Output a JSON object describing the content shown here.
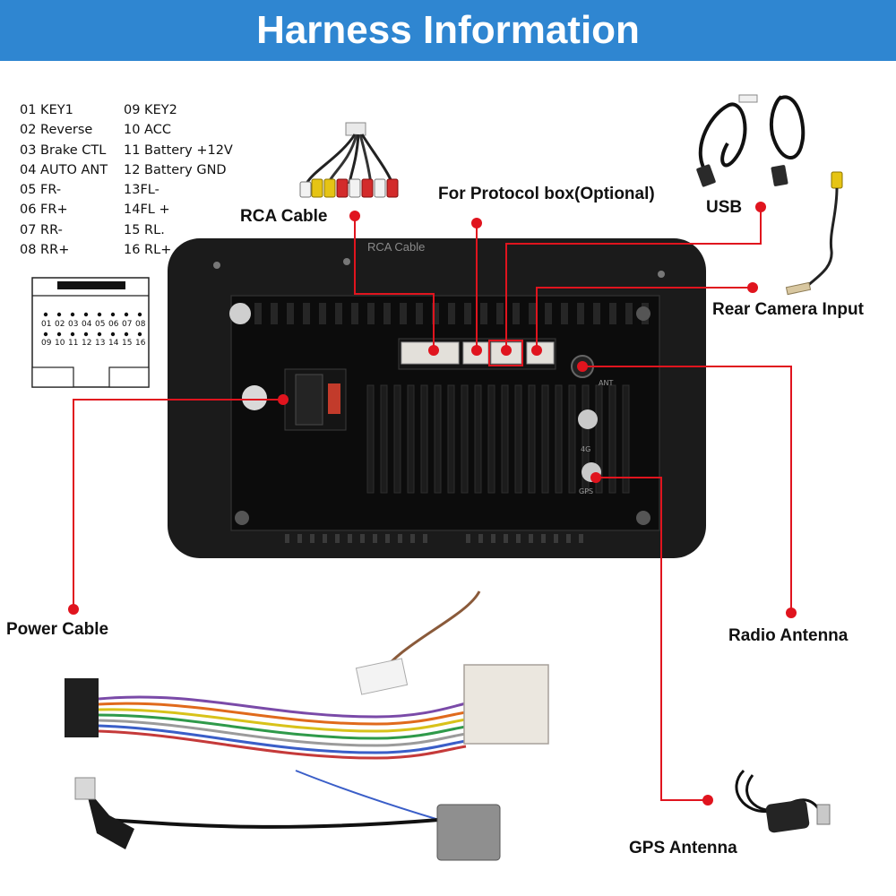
{
  "header": {
    "title": "Harness Information"
  },
  "pinout": {
    "left": [
      "01 KEY1",
      "02 Reverse",
      "03 Brake CTL",
      "04 AUTO ANT",
      "05 FR-",
      "06 FR+",
      "07 RR-",
      "08 RR+"
    ],
    "right": [
      "09 KEY2",
      "10 ACC",
      "11 Battery +12V",
      "12 Battery GND",
      "13FL-",
      "14FL +",
      "15 RL.",
      "16 RL+"
    ]
  },
  "connector": {
    "top_row": [
      "01",
      "02",
      "03",
      "04",
      "05",
      "06",
      "07",
      "08"
    ],
    "bottom_row": [
      "09",
      "10",
      "11",
      "12",
      "13",
      "14",
      "15",
      "16"
    ]
  },
  "labels": {
    "rca_cable": "RCA Cable",
    "rca_cable_print": "RCA Cable",
    "protocol_box": "For Protocol box(Optional)",
    "usb": "USB",
    "rear_camera": "Rear Camera Input",
    "power_cable": "Power Cable",
    "radio_antenna": "Radio Antenna",
    "gps_antenna": "GPS  Antenna",
    "ant_port": "ANT",
    "port_4g": "4G",
    "port_gps": "GPS"
  },
  "colors": {
    "banner": "#2f86d1",
    "callout": "#e0141e",
    "unit": "#1b1b1b"
  }
}
